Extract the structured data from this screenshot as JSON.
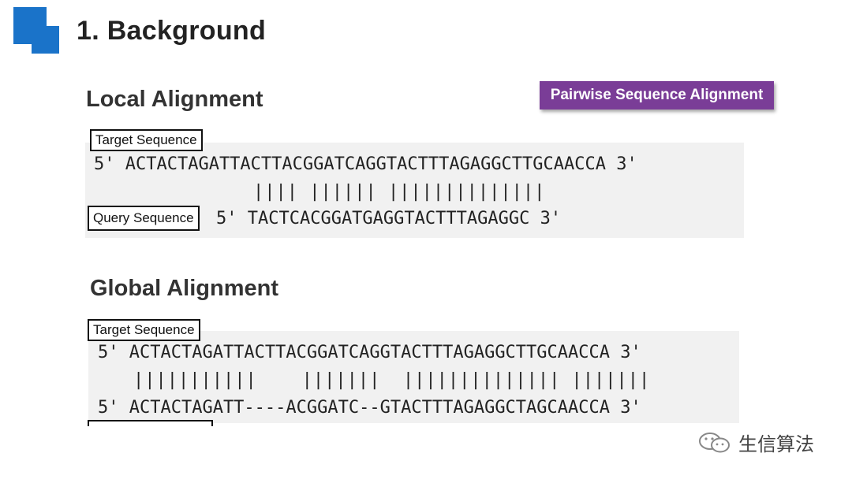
{
  "slide_title": "1. Background",
  "badge": "Pairwise Sequence Alignment",
  "local": {
    "title": "Local Alignment",
    "target_label": "Target Sequence",
    "query_label": "Query Sequence",
    "target_line": "5' ACTACTAGATTACTTACGGATCAGGTACTTTAGAGGCTTGCAACCA 3'",
    "match_line": "|||| |||||| ||||||||||||||",
    "query_line": "5' TACTCACGGATGAGGTACTTTAGAGGC 3'"
  },
  "global": {
    "title": "Global Alignment",
    "target_label": "Target Sequence",
    "target_line": "5' ACTACTAGATTACTTACGGATCAGGTACTTTAGAGGCTTGCAACCA 3'",
    "match_line": "|||||||||||    |||||||  |||||||||||||| |||||||",
    "query_line": "5' ACTACTAGATT----ACGGATC--GTACTTTAGAGGCTAGCAACCA 3'"
  },
  "watermark": {
    "text": "生信算法",
    "icon": "wechat-icon"
  },
  "colors": {
    "logo_blue": "#1a73c9",
    "badge_purple": "#7a3d97",
    "panel_gray": "#f1f1f1"
  }
}
